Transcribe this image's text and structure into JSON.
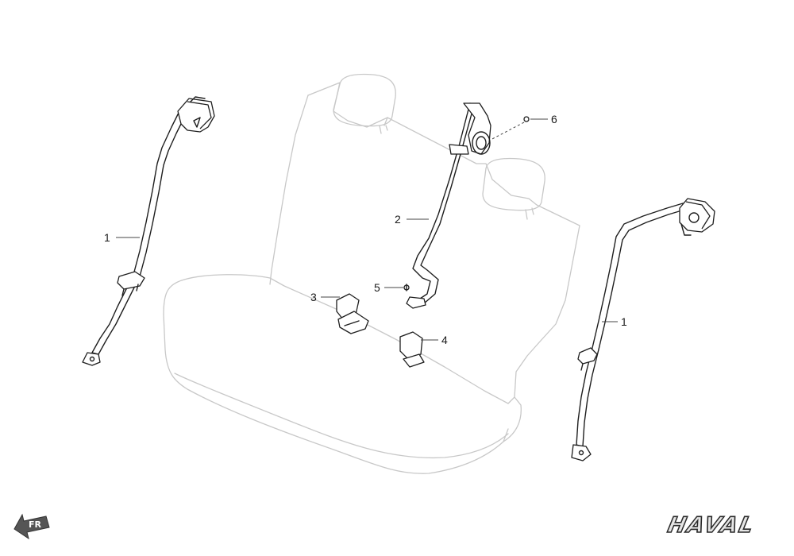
{
  "callouts": [
    {
      "id": "belt-left",
      "label": "1"
    },
    {
      "id": "belt-center",
      "label": "2"
    },
    {
      "id": "buckle-left",
      "label": "3"
    },
    {
      "id": "buckle-right",
      "label": "4"
    },
    {
      "id": "bolt-center",
      "label": "5"
    },
    {
      "id": "bolt-upper",
      "label": "6"
    },
    {
      "id": "belt-right",
      "label": "1"
    }
  ],
  "direction_badge": {
    "label": "FR"
  },
  "brand": {
    "logo_text": "HAVAL"
  },
  "colors": {
    "seat_outline": "#c8c8c8",
    "part_outline": "#1e1e1e",
    "badge": "#555555"
  }
}
